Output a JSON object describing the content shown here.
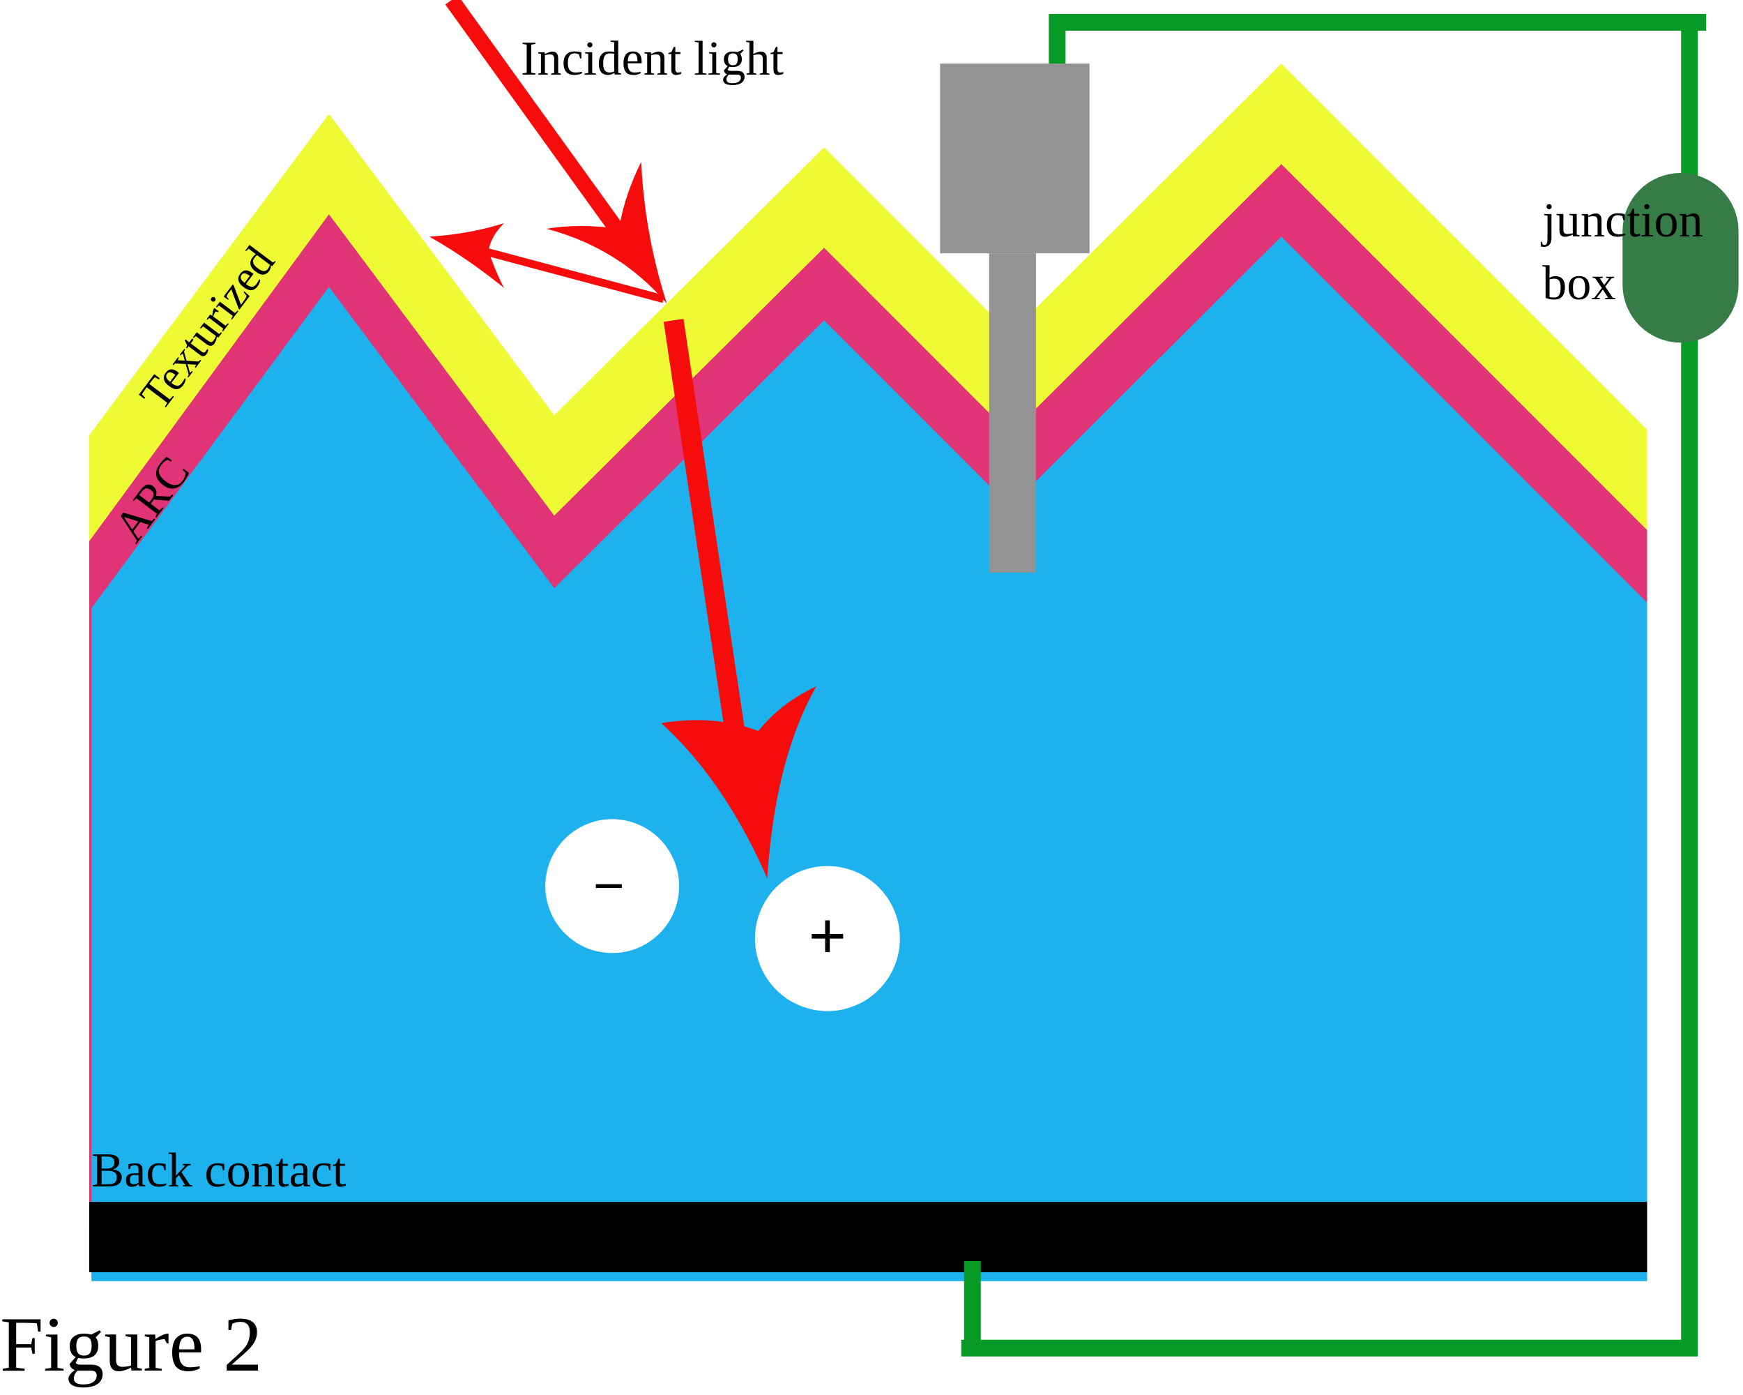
{
  "labels": {
    "incident_light": "Incident light",
    "texturized": "Texturized",
    "arc": "ARC",
    "junction_box": [
      "junction",
      "box"
    ],
    "back_contact": "Back contact",
    "figure_caption": "Figure 2",
    "electron_symbol": "−",
    "hole_symbol": "+"
  },
  "colors": {
    "texturized_layer": "#eefa33",
    "arc_layer": "#e03476",
    "silicon": "#1db1ee",
    "back_contact": "#000000",
    "front_contact": "#939393",
    "wire": "#079a26",
    "junction_box": "#367c46",
    "light_ray": "#f70c0c"
  }
}
